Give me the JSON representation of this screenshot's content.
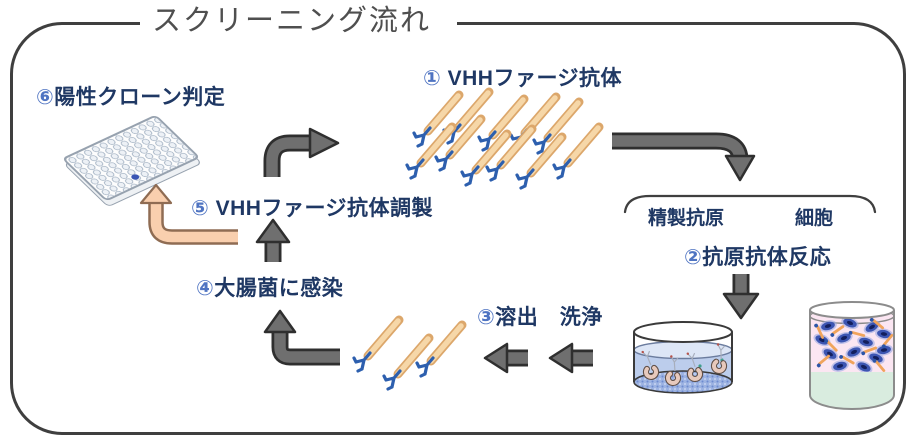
{
  "title": "スクリーニング流れ",
  "steps": {
    "s1": {
      "num": "①",
      "label": " VHHファージ抗体"
    },
    "s2": {
      "num": "②",
      "label": "抗原抗体反応"
    },
    "s3": {
      "num": "③",
      "label": "溶出　洗浄"
    },
    "s4": {
      "num": "④",
      "label": "大腸菌に感染"
    },
    "s5": {
      "num": "⑤",
      "label": " VHHファージ抗体調製"
    },
    "s6": {
      "num": "⑥",
      "label": "陽性クローン判定"
    }
  },
  "materials": {
    "purified_antigen": "精製抗原",
    "cells": "細胞"
  },
  "colors": {
    "text_navy": "#1f3864",
    "number_blue": "#4f74c2",
    "arrow_gray": "#6f6f6f",
    "arrow_outline": "#2f2f2f",
    "arrow_peach": "#f9cfae",
    "peach_outline": "#8f6c53",
    "border_gray": "#3f3f3f"
  }
}
